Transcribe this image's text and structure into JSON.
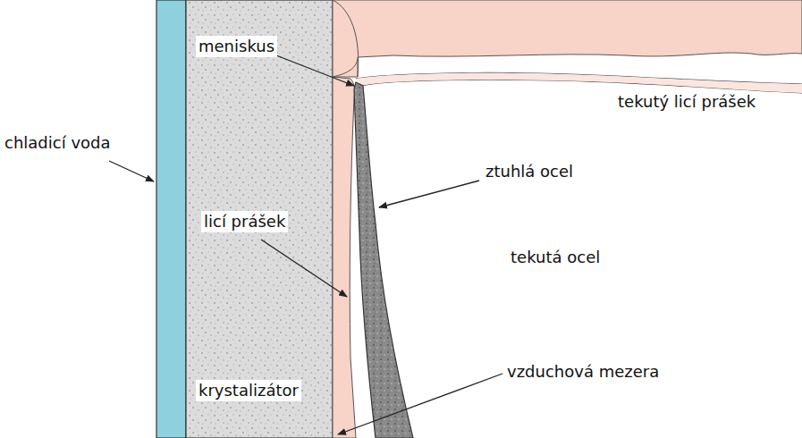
{
  "diagram": {
    "labels": [
      "meniskus",
      "tekutý licí prášek",
      "chladicí voda",
      "ztuhlá ocel",
      "licí prášek",
      "tekutá ocel",
      "vzduchová mezera",
      "krystalizátor"
    ]
  }
}
